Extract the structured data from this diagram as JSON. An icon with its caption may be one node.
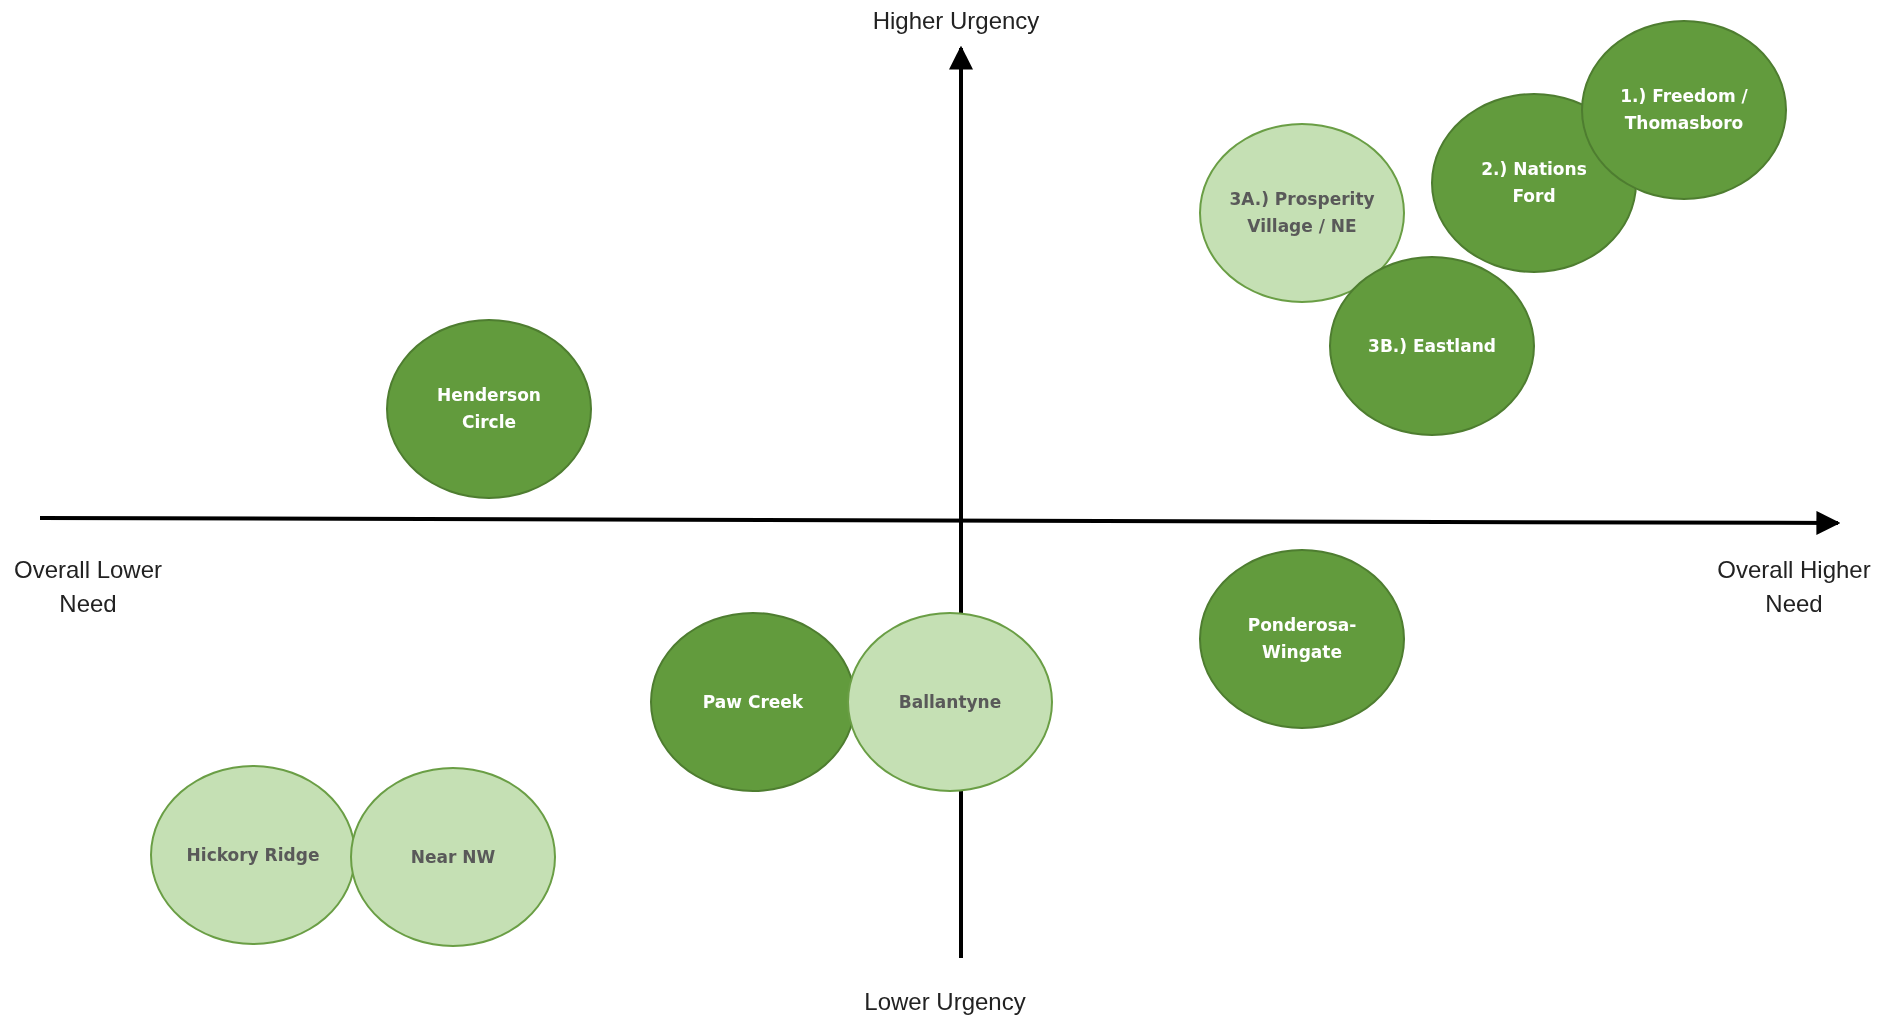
{
  "diagram": {
    "nodes": [
      {
        "text": [
          "1.) Freedom / Thomasboro"
        ]
      },
      {
        "text": [
          "2.) Nations Ford"
        ]
      },
      {
        "text": [
          "3A.) Prosperity Village / NE"
        ]
      },
      {
        "text": [
          "3B.) Eastland"
        ]
      },
      {
        "text": [
          "Henderson Circle"
        ]
      },
      {
        "text": [
          "Ponderosa-Wingate"
        ]
      },
      {
        "text": [
          "Paw Creek"
        ]
      },
      {
        "text": [
          "Ballantyne"
        ]
      },
      {
        "text": [
          "Hickory Ridge"
        ]
      },
      {
        "text": [
          "Near NW"
        ]
      }
    ],
    "labels": [
      "Higher Urgency",
      "Overall Lower Need",
      "Overall Higher Need",
      "Lower Urgency"
    ]
  }
}
